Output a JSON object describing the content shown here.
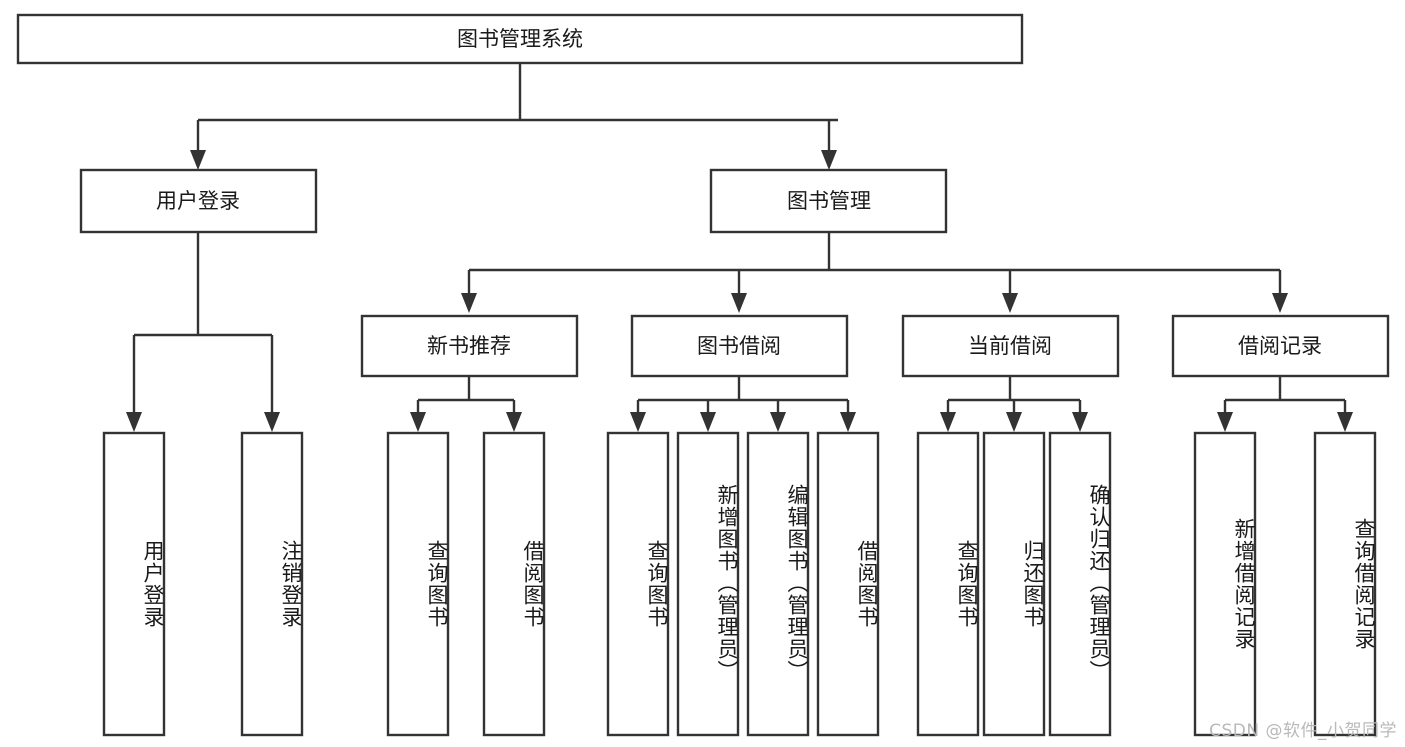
{
  "diagram": {
    "title": "图书管理系统",
    "type": "tree-hierarchy",
    "root": {
      "label": "图书管理系统"
    },
    "level2": [
      {
        "label": "用户登录"
      },
      {
        "label": "图书管理"
      }
    ],
    "level3": [
      {
        "label": "新书推荐"
      },
      {
        "label": "图书借阅"
      },
      {
        "label": "当前借阅"
      },
      {
        "label": "借阅记录"
      }
    ],
    "leaves": {
      "user_login": [
        {
          "label": "用户登录"
        },
        {
          "label": "注销登录"
        }
      ],
      "new_book_recommend": [
        {
          "label": "查询图书"
        },
        {
          "label": "借阅图书"
        }
      ],
      "book_borrow": [
        {
          "label": "查询图书"
        },
        {
          "label": "新增图书（管理员）"
        },
        {
          "label": "编辑图书（管理员）"
        },
        {
          "label": "借阅图书"
        }
      ],
      "current_borrow": [
        {
          "label": "查询图书"
        },
        {
          "label": "归还图书"
        },
        {
          "label": "确认归还（管理员）"
        }
      ],
      "borrow_records": [
        {
          "label": "新增借阅记录"
        },
        {
          "label": "查询借阅记录"
        }
      ]
    }
  },
  "watermark": {
    "text": "CSDN @软件_小贺同学"
  },
  "colors": {
    "stroke": "#333333",
    "fill": "#ffffff",
    "text": "#1a1a1a",
    "watermark": "#b9b9b9"
  }
}
